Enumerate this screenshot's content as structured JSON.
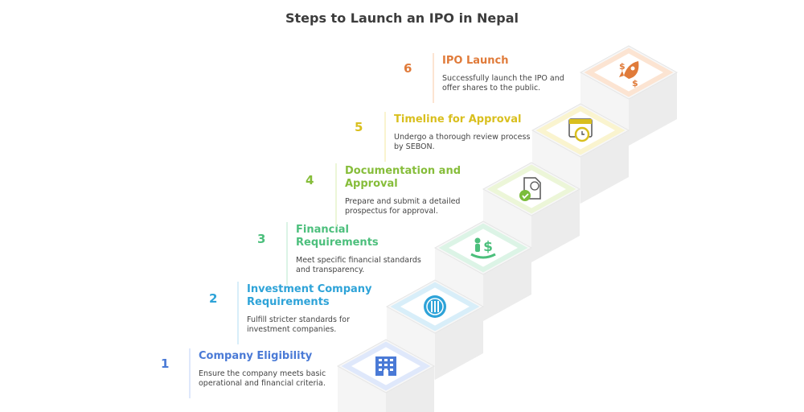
{
  "title": "Steps to Launch an IPO in Nepal",
  "steps": [
    {
      "number": "1",
      "heading": "Company Eligibility",
      "heading_lines": [
        "Company Eligibility"
      ],
      "description": "Ensure the company meets basic operational and financial criteria.",
      "color": "#4a7ad6",
      "tile_color": "#dfe8fb",
      "icon": "building-icon"
    },
    {
      "number": "2",
      "heading": "Investment Company Requirements",
      "heading_lines": [
        "Investment Company",
        "Requirements"
      ],
      "description": "Fulfill stricter standards for investment companies.",
      "color": "#2ea3d8",
      "tile_color": "#d8eef9",
      "icon": "balance-grid-icon"
    },
    {
      "number": "3",
      "heading": "Financial Requirements",
      "heading_lines": [
        "Financial",
        "Requirements"
      ],
      "description": "Meet specific financial standards and transparency.",
      "color": "#4cbf7c",
      "tile_color": "#dcf4e6",
      "icon": "finance-person-dollar-icon"
    },
    {
      "number": "4",
      "heading": "Documentation and Approval",
      "heading_lines": [
        "Documentation and",
        "Approval"
      ],
      "description": "Prepare and submit a detailed prospectus for approval.",
      "color": "#86bd3a",
      "tile_color": "#ecf6d8",
      "icon": "document-check-icon"
    },
    {
      "number": "5",
      "heading": "Timeline for Approval",
      "heading_lines": [
        "Timeline for Approval"
      ],
      "description": "Undergo a thorough review process by SEBON.",
      "color": "#d9bf1e",
      "tile_color": "#faf4cf",
      "icon": "calendar-timer-icon"
    },
    {
      "number": "6",
      "heading": "IPO Launch",
      "heading_lines": [
        "IPO Launch"
      ],
      "description": "Successfully launch the IPO and offer shares to the public.",
      "color": "#e07b3a",
      "tile_color": "#fce4d2",
      "icon": "rocket-dollar-icon"
    }
  ]
}
